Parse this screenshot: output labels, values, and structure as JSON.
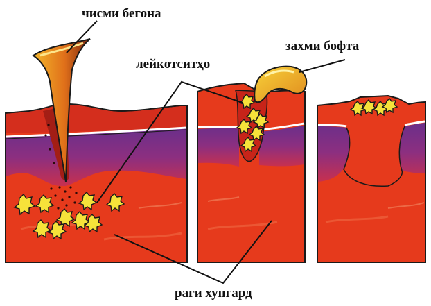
{
  "labels": {
    "foreign_body": "чисми бегона",
    "leukocytes": "лейкотситҳо",
    "wound_tissue": "захми бофта",
    "blood_vessel": "раги хунгард"
  },
  "colors": {
    "tissue_red": "#e63a1c",
    "tissue_dark_red": "#c7221a",
    "membrane_purple": "#7a2f86",
    "membrane_magenta": "#b02a6e",
    "skin_white": "#ffffff",
    "leukocyte_yellow": "#f6e23a",
    "foreign_body_orange": "#e8861c",
    "foreign_body_dark": "#5a1a10",
    "outline": "#1a1a1a"
  },
  "panels": [
    "panel-injury",
    "panel-inflammation",
    "panel-healing"
  ]
}
